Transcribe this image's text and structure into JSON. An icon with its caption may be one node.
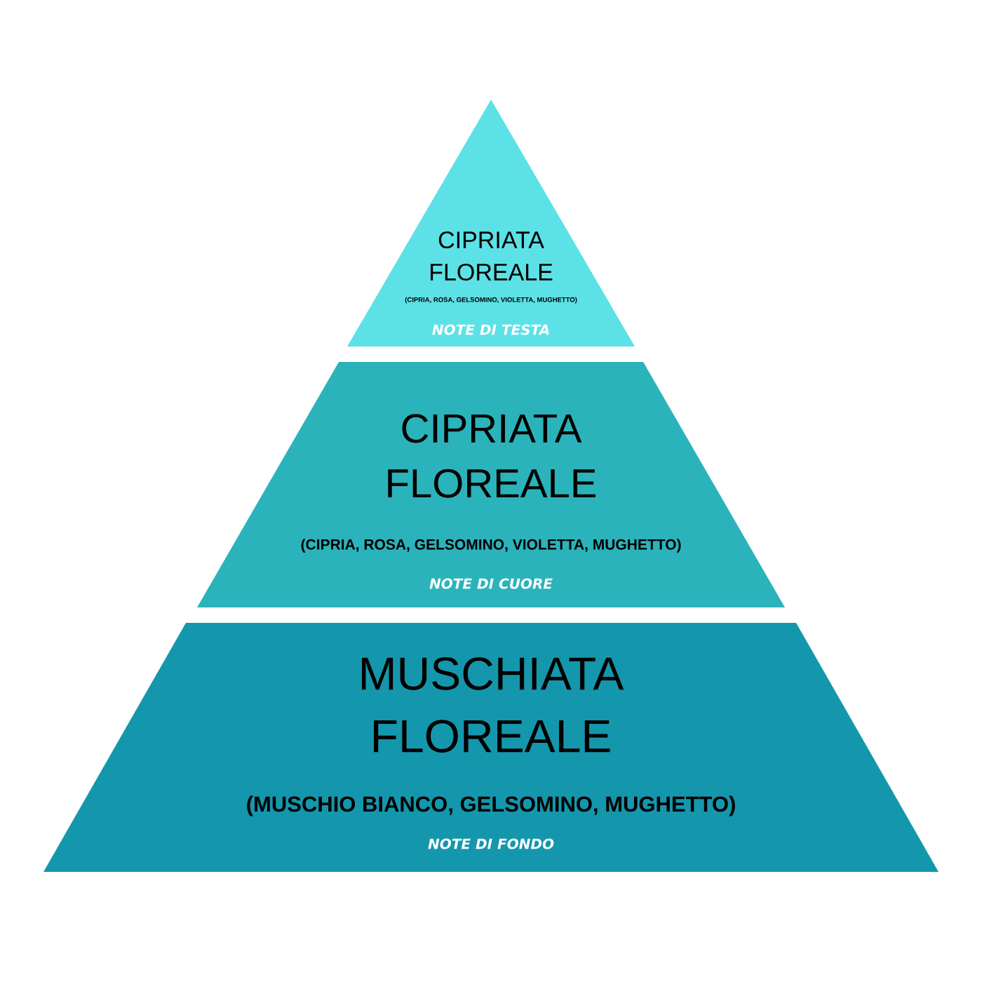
{
  "diagram": {
    "nodes": [
      {
        "text": [
          "CIPRIATA FLOREALE",
          "(CIPRIA, ROSA, GELSOMINO, VIOLETTA, MUGHETTO)",
          "NOTE DI TESTA"
        ]
      },
      {
        "text": [
          "CIPRIATA FLOREALE",
          "(CIPRIA, ROSA, GELSOMINO, VIOLETTA, MUGHETTO)",
          "NOTE DI CUORE"
        ]
      },
      {
        "text": [
          "MUSCHIATA FLOREALE",
          "(MUSCHIO BIANCO, GELSOMINO, MUGHETTO)",
          "NOTE DI FONDO"
        ]
      }
    ]
  }
}
